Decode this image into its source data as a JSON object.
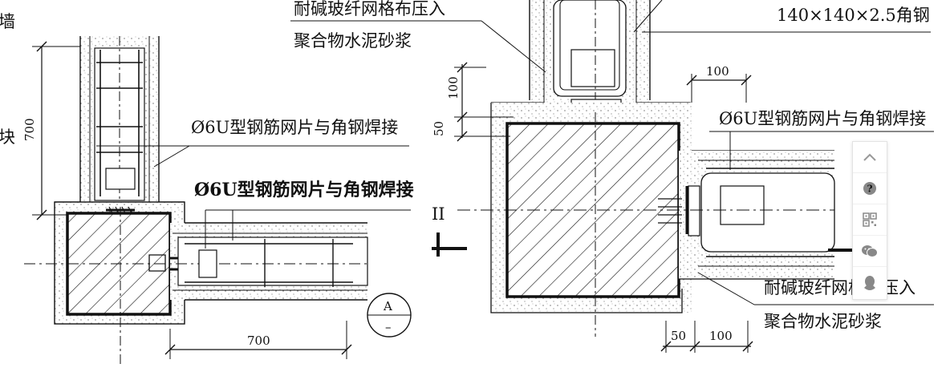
{
  "left_detail": {
    "dim_vertical": "700",
    "dim_horizontal": "700",
    "note_1": "Ø6U型钢筋网片与角钢焊接",
    "note_2": "Ø6U型钢筋网片与角钢焊接",
    "section_letter": "A",
    "section_sub": "–",
    "edge_char_1": "墙",
    "edge_char_2": "块"
  },
  "right_detail": {
    "note_top": "耐碱玻纤网格布压入",
    "note_mortar": "聚合物水泥砂浆",
    "note_angle": "140×140×2.5角钢",
    "note_rebar": "Ø6U型钢筋网片与角钢焊接",
    "note_bottom_1": "耐碱玻纤网格布压入",
    "note_bottom_2": "聚合物水泥砂浆",
    "dim_100_v": "100",
    "dim_50_v": "50",
    "dim_100_h_top": "100",
    "dim_50_h": "50",
    "dim_100_h": "100",
    "axis_label": "II"
  },
  "toolbar": {
    "items": [
      "chevron-up-icon",
      "help-icon",
      "qrcode-icon",
      "wechat-icon",
      "qq-icon"
    ]
  }
}
